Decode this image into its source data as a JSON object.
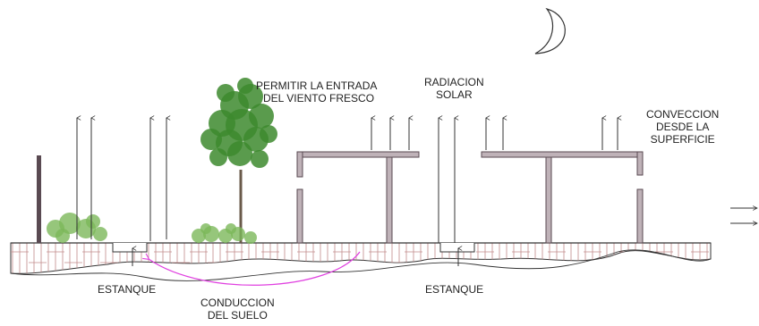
{
  "labels": {
    "wind_in": [
      "PERMITIR LA ENTRADA",
      "DEL VIENTO FRESCO"
    ],
    "solar": [
      "RADIACION",
      "SOLAR"
    ],
    "convection": [
      "CONVECCION",
      "DESDE LA",
      "SUPERFICIE"
    ],
    "pond_left": "ESTANQUE",
    "pond_right": "ESTANQUE",
    "soil_conduction": [
      "CONDUCCION",
      "DEL SUELO"
    ]
  },
  "colors": {
    "line": "#333333",
    "wall": "#5a4a52",
    "wall_fill": "#bfb2b8",
    "soil_hatch": "#c08a8a",
    "conduction_arrow": "#e040e0",
    "tree_green": "#3d8a2e",
    "shrub_green": "#7cb85a"
  },
  "icons": [
    "moon-icon",
    "tree-icon",
    "shrub-icon",
    "up-arrow-icon",
    "wind-arrow-icon"
  ]
}
